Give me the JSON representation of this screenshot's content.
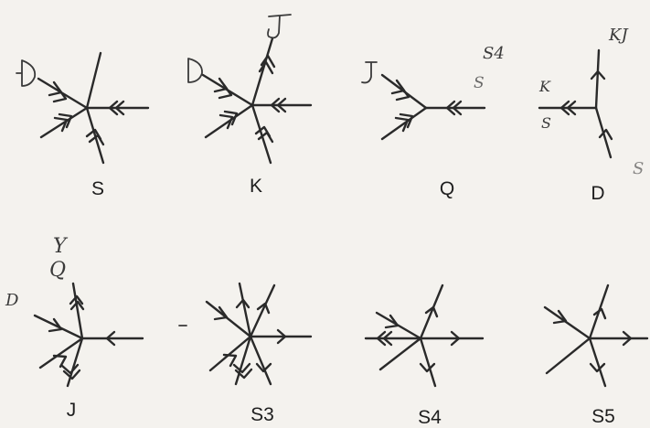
{
  "vertices": [
    {
      "label": "S"
    },
    {
      "label": "K"
    },
    {
      "label": "Q"
    },
    {
      "label": "D"
    },
    {
      "label": "J"
    },
    {
      "label": "S3"
    },
    {
      "label": "S4"
    },
    {
      "label": "S5"
    }
  ],
  "handwritten_notes": [
    "D",
    "J",
    "D",
    "J",
    "S4",
    "S",
    "K",
    "S",
    "KJ",
    "Y",
    "Q",
    "D",
    "S"
  ],
  "colors": {
    "ink": "#2a2a2a",
    "paper": "#f4f2ee"
  }
}
